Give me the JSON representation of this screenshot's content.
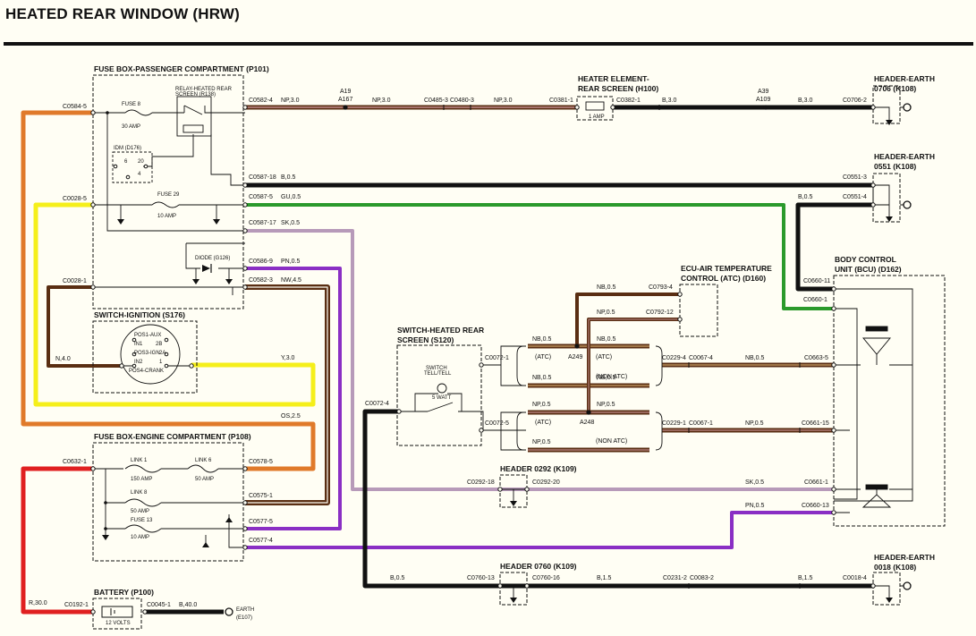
{
  "title": "HEATED REAR WINDOW (HRW)",
  "colors": {
    "orange": "#e07a2a",
    "yellow": "#f5ef1a",
    "brown": "#5a2e12",
    "red": "#e02020",
    "black": "#111111",
    "green": "#2b9a2b",
    "lilac": "#b79ab9",
    "purple": "#8a2fc4",
    "background": "#fffef4"
  },
  "blocks": {
    "fuse_pass": "FUSE BOX-PASSENGER COMPARTMENT (P101)",
    "switch_ign": "SWITCH-IGNITION (S176)",
    "fuse_eng": "FUSE BOX-ENGINE COMPARTMENT (P108)",
    "battery": "BATTERY (P100)",
    "heater_1": "HEATER ELEMENT-",
    "heater_2": "REAR SCREEN (H100)",
    "he0706_1": "HEADER-EARTH",
    "he0706_2": "0706 (K108)",
    "he0551_1": "HEADER-EARTH",
    "he0551_2": "0551 (K108)",
    "bcu_1": "BODY CONTROL",
    "bcu_2": "UNIT (BCU) (D162)",
    "ecu_1": "ECU-AIR TEMPERATURE",
    "ecu_2": "CONTROL (ATC) (D160)",
    "sw_hrw_1": "SWITCH-HEATED REAR",
    "sw_hrw_2": "SCREEN (S120)",
    "h0292": "HEADER 0292 (K109)",
    "h0760": "HEADER 0760 (K109)",
    "he0018_1": "HEADER-EARTH",
    "he0018_2": "0018 (K108)"
  },
  "components": {
    "fuse8": "FUSE 8",
    "fuse8_rating": "30 AMP",
    "relay_1": "RELAY-HEATED REAR",
    "relay_2": "SCREEN (R138)",
    "idm": "IDM (D176)",
    "idm_6": "6",
    "idm_20": "20",
    "idm_4": "4",
    "fuse29": "FUSE 29",
    "fuse29_rating": "10 AMP",
    "diode": "DIODE (G126)",
    "ign_aux": "POS1-AUX",
    "ign_in1": "IN1",
    "ign_pos3": "POS3-IGN",
    "ign_in2": "IN2",
    "ign_crank": "POS4-CRANK",
    "ign_2b": "2B",
    "ign_2a": "2A",
    "ign_1": "1",
    "link1": "LINK 1",
    "link1_rating": "150 AMP",
    "link6": "LINK 6",
    "link6_rating": "50 AMP",
    "link8": "LINK 8",
    "link8_rating": "50 AMP",
    "fuse13": "FUSE 13",
    "fuse13_rating": "10 AMP",
    "battery_volts": "12 VOLTS",
    "earth_1": "EARTH",
    "earth_2": "(E107)",
    "heater_amp": "1 AMP",
    "sw_tell_1": "SWITCH",
    "sw_tell_2": "TELL/TELL",
    "sw_watt": "5 WATT",
    "atc": "(ATC)",
    "non_atc": "(NON ATC)"
  },
  "connectors": {
    "c0584_5": "C0584-5",
    "c0028_5": "C0028-5",
    "c0028_1": "C0028-1",
    "c0582_4": "C0582-4",
    "a19": "A19",
    "a167": "A167",
    "c0485_3": "C0485-3",
    "c0480_3": "C0480-3",
    "c0381_1": "C0381-1",
    "c0382_1": "C0382-1",
    "a39": "A39",
    "a109": "A109",
    "c0706_2": "C0706-2",
    "c0587_18": "C0587-18",
    "c0587_5": "C0587-5",
    "c0587_17": "C0587-17",
    "c0586_9": "C0586-9",
    "c0582_3": "C0582-3",
    "c0551_3": "C0551-3",
    "c0551_4": "C0551-4",
    "c0660_11": "C0660-11",
    "c0660_1": "C0660-1",
    "c0793_4": "C0793-4",
    "c0792_12": "C0792-12",
    "c0072_1": "C0072-1",
    "c0072_4": "C0072-4",
    "c0072_5": "C0072-5",
    "a249": "A249",
    "a248": "A248",
    "c0229_4": "C0229-4",
    "c0067_4": "C0067-4",
    "c0663_5": "C0663-5",
    "c0229_1": "C0229-1",
    "c0067_1": "C0067-1",
    "c0661_15": "C0661-15",
    "c0632_1": "C0632-1",
    "c0578_5": "C0578-5",
    "c0575_1": "C0575-1",
    "c0577_5": "C0577-5",
    "c0577_4": "C0577-4",
    "c0292_18": "C0292-18",
    "c0292_20": "C0292-20",
    "c0661_1": "C0661-1",
    "c0660_13": "C0660-13",
    "c0760_13": "C0760-13",
    "c0760_16": "C0760-16",
    "c0231_2": "C0231-2",
    "c0083_2": "C0083-2",
    "c0018_4": "C0018-4",
    "c0192_1": "C0192-1",
    "c0045_1": "C0045-1"
  },
  "wires": {
    "np30_a": "NP,3.0",
    "np30_b": "NP,3.0",
    "np30_c": "NP,3.0",
    "b30": "B,3.0",
    "b30_b": "B,3.0",
    "b05_a": "B,0.5",
    "gu05": "GU,0.5",
    "b05_b": "B,0.5",
    "sk05_a": "SK,0.5",
    "pn05_a": "PN,0.5",
    "nw45": "NW,4.5",
    "n40": "N,4.0",
    "y30": "Y,3.0",
    "os25": "OS,2.5",
    "nb05_a": "NB,0.5",
    "np05_a": "NP,0.5",
    "nb05_b": "NB,0.5",
    "nb05_c": "NB,0.5",
    "nb05_d": "NB,0.5",
    "nb05_e": "NB,0.5",
    "nb05_f": "NB,0.5",
    "np05_b": "NP,0.5",
    "np05_c": "NP,0.5",
    "np05_d": "NP,0.5",
    "np05_e": "NP,0.5",
    "sk05_b": "SK,0.5",
    "pn05_b": "PN,0.5",
    "b05_c": "B,0.5",
    "b15_a": "B,1.5",
    "b15_b": "B,1.5",
    "r300": "R,30.0",
    "b400": "B,40.0"
  }
}
